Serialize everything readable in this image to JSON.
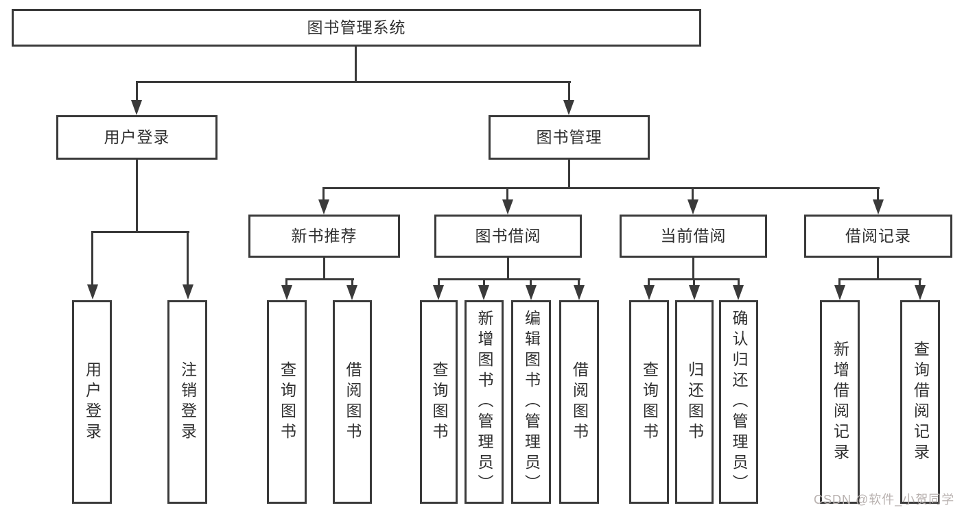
{
  "colors": {
    "line": "#3a3a3a",
    "box_border": "#3a3a3a",
    "text": "#2f2f2f",
    "background": "#ffffff",
    "watermark": "#b8b1af"
  },
  "watermark": {
    "text": "CSDN @软件_小贺同学"
  },
  "nodes": {
    "root": {
      "label": "图书管理系统"
    },
    "user_login": {
      "label": "用户登录"
    },
    "book_mgmt": {
      "label": "图书管理"
    },
    "new_book_rec": {
      "label": "新书推荐"
    },
    "book_borrow": {
      "label": "图书借阅"
    },
    "current_borrow": {
      "label": "当前借阅"
    },
    "borrow_records": {
      "label": "借阅记录"
    },
    "leaf_user_login": {
      "label": "用户登录"
    },
    "leaf_logout": {
      "label": "注销登录"
    },
    "leaf_nbr_query": {
      "label": "查询图书"
    },
    "leaf_nbr_borrow": {
      "label": "借阅图书"
    },
    "leaf_bb_query": {
      "label": "查询图书"
    },
    "leaf_bb_add": {
      "label": "新增图书（管理员）"
    },
    "leaf_bb_edit": {
      "label": "编辑图书（管理员）"
    },
    "leaf_bb_borrow": {
      "label": "借阅图书"
    },
    "leaf_cb_query": {
      "label": "查询图书"
    },
    "leaf_cb_return": {
      "label": "归还图书"
    },
    "leaf_cb_confirm": {
      "label": "确认归还（管理员）"
    },
    "leaf_br_add": {
      "label": "新增借阅记录"
    },
    "leaf_br_query": {
      "label": "查询借阅记录"
    }
  },
  "hierarchy": {
    "root": [
      "user_login",
      "book_mgmt"
    ],
    "user_login": [
      "leaf_user_login",
      "leaf_logout"
    ],
    "book_mgmt": [
      "new_book_rec",
      "book_borrow",
      "current_borrow",
      "borrow_records"
    ],
    "new_book_rec": [
      "leaf_nbr_query",
      "leaf_nbr_borrow"
    ],
    "book_borrow": [
      "leaf_bb_query",
      "leaf_bb_add",
      "leaf_bb_edit",
      "leaf_bb_borrow"
    ],
    "current_borrow": [
      "leaf_cb_query",
      "leaf_cb_return",
      "leaf_cb_confirm"
    ],
    "borrow_records": [
      "leaf_br_add",
      "leaf_br_query"
    ]
  }
}
